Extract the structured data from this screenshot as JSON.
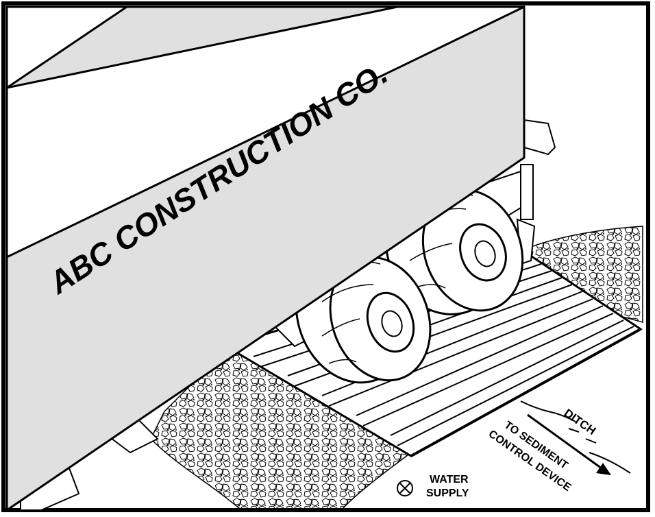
{
  "truck": {
    "company_text": "ABC CONSTRUCTION CO."
  },
  "labels": {
    "ditch": "DITCH",
    "to_sediment": "TO SEDIMENT",
    "control_device": "CONTROL DEVICE",
    "water": "WATER",
    "supply": "SUPPLY"
  },
  "icons": {
    "water_supply_marker": "circled-x-icon",
    "flow_arrow": "arrow-right-icon"
  },
  "colors": {
    "line": "#000000",
    "truck_body": "#e0e0e0",
    "background": "#ffffff",
    "tire": "#ffffff"
  }
}
